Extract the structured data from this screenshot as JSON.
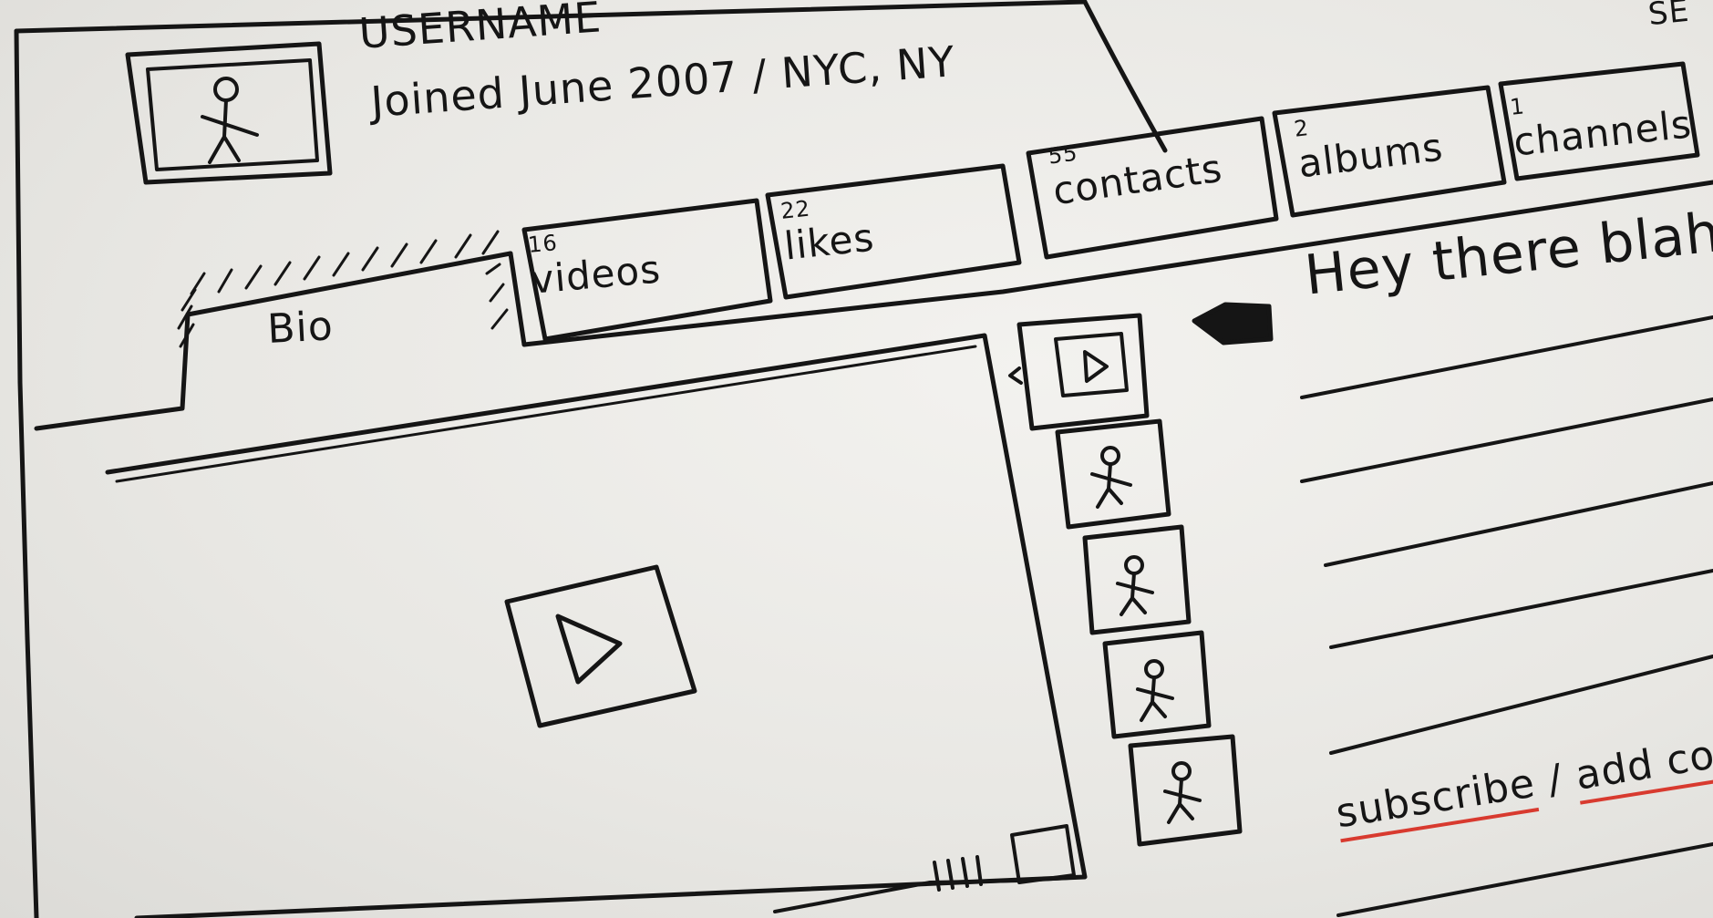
{
  "corner_label": "SE",
  "profile": {
    "username": "USERNAME",
    "joined_location": "Joined June 2007 / NYC, NY",
    "avatar_icon": "stick-figure-icon"
  },
  "tabs": [
    {
      "count": "",
      "label": "Bio",
      "active": true
    },
    {
      "count": "16",
      "label": "videos"
    },
    {
      "count": "22",
      "label": "likes"
    },
    {
      "count": "55",
      "label": "contacts"
    },
    {
      "count": "2",
      "label": "albums"
    },
    {
      "count": "1",
      "label": "channels"
    }
  ],
  "player": {
    "play_icon": "play-icon",
    "volume_icon": "volume-bars-icon",
    "fullscreen_icon": "fullscreen-icon"
  },
  "thumbnails": [
    {
      "icon": "play-thumbnail-icon",
      "selected": true
    },
    {
      "icon": "stick-figure-icon"
    },
    {
      "icon": "stick-figure-icon"
    },
    {
      "icon": "stick-figure-icon"
    },
    {
      "icon": "stick-figure-icon"
    }
  ],
  "bio": {
    "pointer_icon": "arrow-pointer-icon",
    "greeting": "Hey there blah b",
    "text_lines": 5
  },
  "actions": {
    "subscribe": "subscribe",
    "separator": " / ",
    "add_contact": "add co"
  },
  "colors": {
    "ink": "#151515",
    "paper": "#ecebe8",
    "underline": "#d83a2f"
  }
}
